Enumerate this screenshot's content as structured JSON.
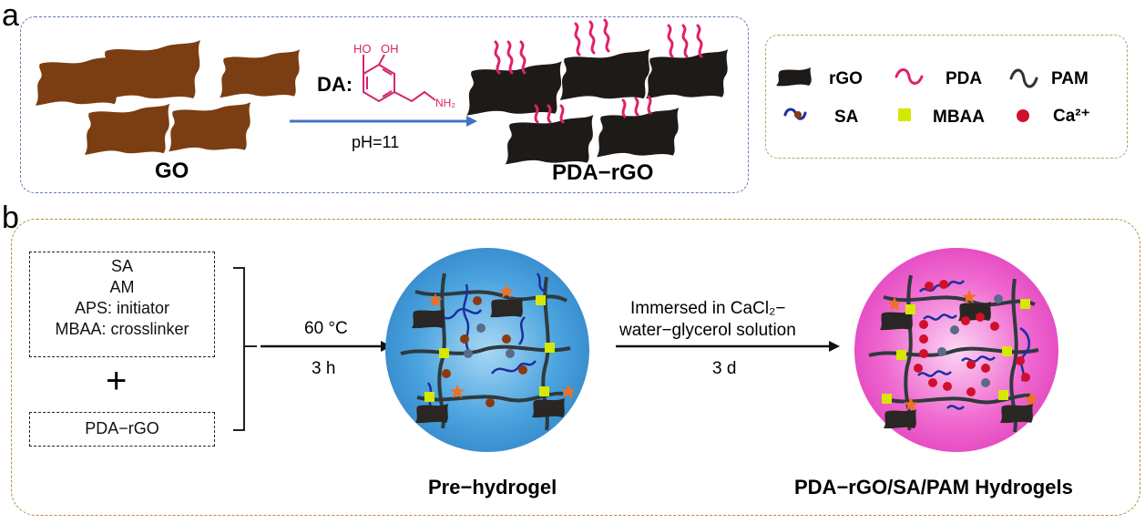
{
  "panel_a": {
    "letter": "a",
    "go_label": "GO",
    "da_label": "DA:",
    "ph_label": "pH=11",
    "product_label": "PDA−rGO",
    "molecule": {
      "oh1": "HO",
      "oh2": "OH",
      "nh2": "NH₂"
    }
  },
  "legend": {
    "items": [
      {
        "label": "rGO",
        "icon": "rgo-sheet-icon"
      },
      {
        "label": "PDA",
        "icon": "pda-wave-icon",
        "color": "#e0206a"
      },
      {
        "label": "PAM",
        "icon": "pam-wave-icon",
        "color": "#333333"
      },
      {
        "label": "SA",
        "icon": "sa-chain-icon",
        "color": "#1c2fa0"
      },
      {
        "label": "MBAA",
        "icon": "mbaa-square-icon",
        "color": "#d4e800"
      },
      {
        "label": "Ca²⁺",
        "icon": "ca-dot-icon",
        "color": "#d0102a"
      }
    ]
  },
  "panel_b": {
    "letter": "b",
    "inputs": [
      "SA",
      "AM",
      "APS: initiator",
      "MBAA: crosslinker"
    ],
    "plus": "+",
    "pda_input": "PDA−rGO",
    "step1": {
      "top": "60 °C",
      "bottom": "3 h"
    },
    "step2": {
      "line1": "Immersed in CaCl₂−",
      "line2": "water−glycerol solution",
      "bottom": "3 d"
    },
    "pre_hydrogel_label": "Pre−hydrogel",
    "final_label": "PDA−rGO/SA/PAM Hydrogels"
  },
  "colors": {
    "go_brown": "#7a3e12",
    "rgo_black": "#1e1a18",
    "arrow_blue": "#4472c4",
    "pre_hydrogel_blue": "#4aa3de",
    "final_pink": "#f06ad0",
    "star_orange": "#f07020",
    "bead_brown": "#8b3a0f",
    "node_gray": "#5a6a8a"
  }
}
